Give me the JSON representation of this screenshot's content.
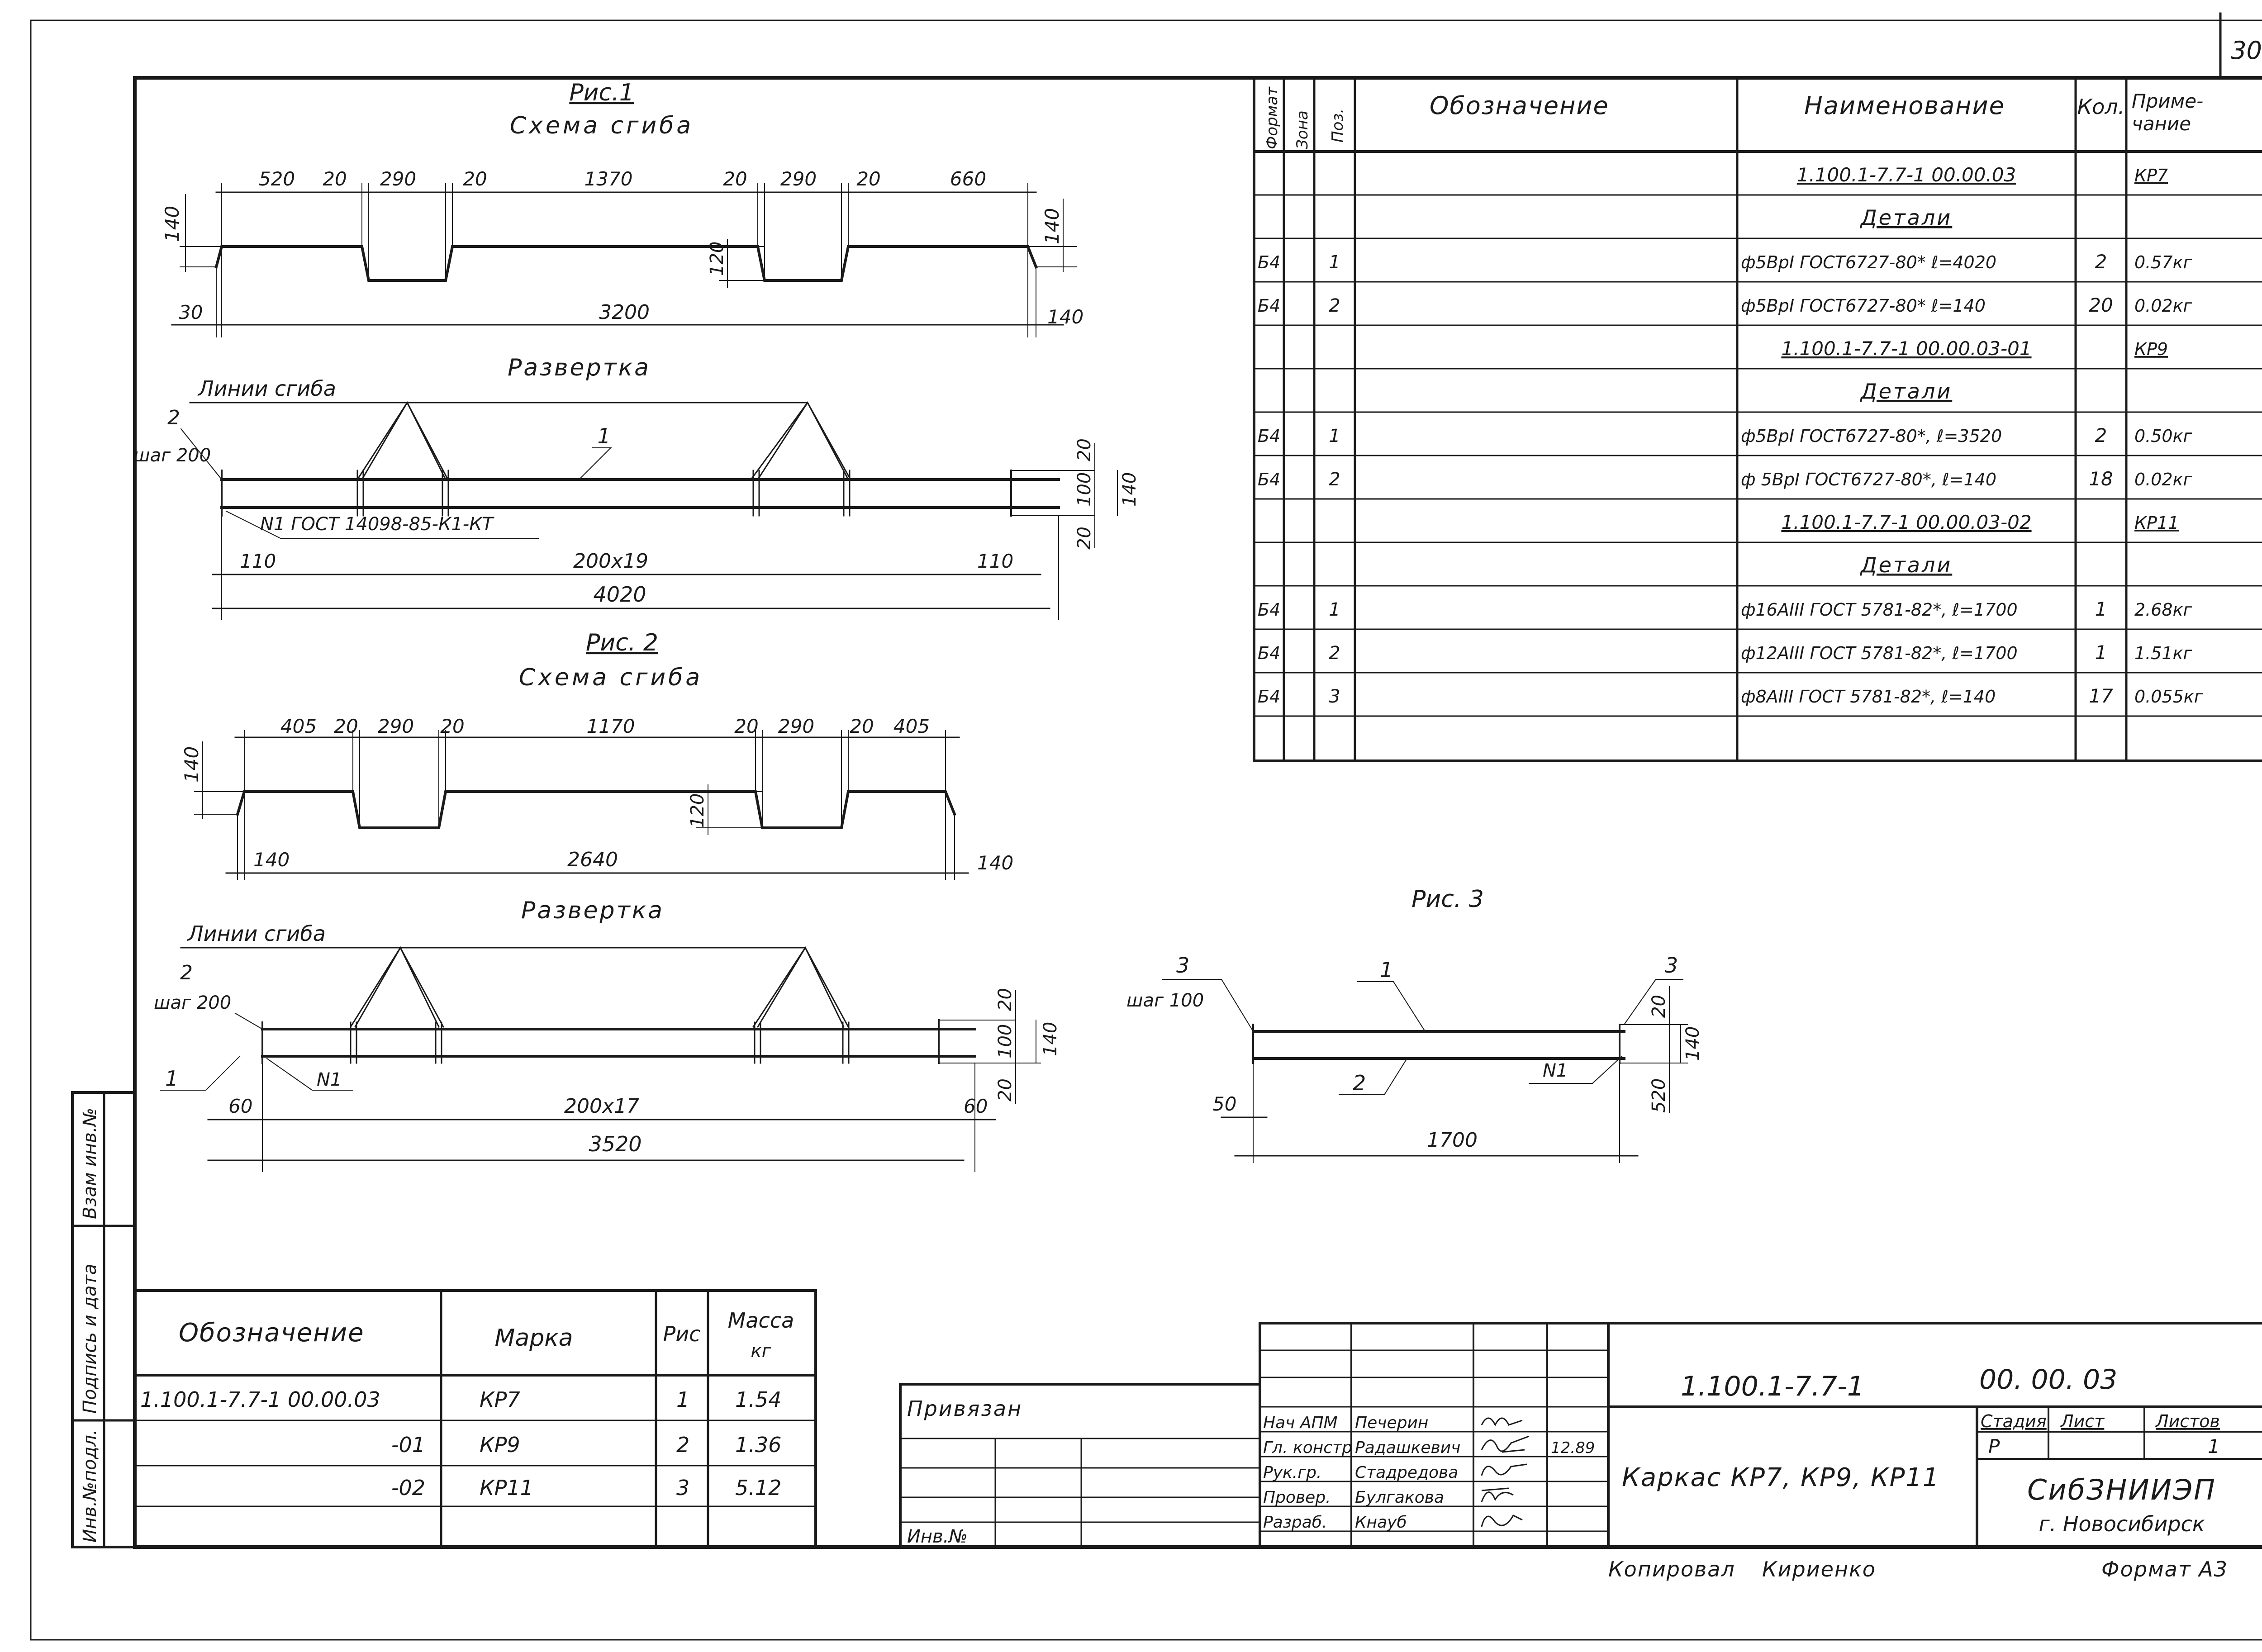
{
  "sheet_number": "30",
  "fig1": {
    "caption": "Рис.1",
    "scheme_title": "Схема сгиба",
    "top_dims": [
      "520",
      "20",
      "290",
      "20",
      "1370",
      "20",
      "290",
      "20",
      "660"
    ],
    "dim_left_height": "140",
    "dim_right_height": "140",
    "dim_recess": "120",
    "dim_left_bottom": "30",
    "dim_total": "3200",
    "dim_right_bottom": "140",
    "develop_title": "Развертка",
    "bend_lines_label": "Линии сгиба",
    "pos2_label": "2",
    "step_label": "шаг 200",
    "pos1_label": "1",
    "weld_label": "N1 ГОСТ 14098-85-К1-КТ",
    "dim_20_top": "20",
    "dim_100": "100",
    "dim_20_bottom": "20",
    "dim_140": "140",
    "dim_110_left": "110",
    "dim_spacing": "200х19",
    "dim_110_right": "110",
    "dim_length": "4020"
  },
  "fig2": {
    "caption": "Рис. 2",
    "scheme_title": "Схема сгиба",
    "top_dims": [
      "405",
      "20",
      "290",
      "20",
      "1170",
      "20",
      "290",
      "20",
      "405"
    ],
    "dim_left_height": "140",
    "dim_recess": "120",
    "dim_left_bottom": "140",
    "dim_total": "2640",
    "dim_right_bottom": "140",
    "develop_title": "Развертка",
    "bend_lines_label": "Линии сгиба",
    "pos2_label": "2",
    "step_label": "шаг 200",
    "pos1_label": "1",
    "weld_label": "N1",
    "dim_20_top": "20",
    "dim_100": "100",
    "dim_20_bottom": "20",
    "dim_140": "140",
    "dim_60_left": "60",
    "dim_spacing": "200х17",
    "dim_60_right": "60",
    "dim_length": "3520"
  },
  "fig3": {
    "caption": "Рис. 3",
    "pos3_left": "3",
    "pos3_right": "3",
    "pos1_label": "1",
    "pos2_label": "2",
    "step_label": "шаг 100",
    "weld_label": "N1",
    "dim_50": "50",
    "dim_length": "1700",
    "dim_20": "20",
    "dim_140": "140",
    "dim_520": "520"
  },
  "spec_table": {
    "headers": {
      "format": "Формат",
      "zone": "Зона",
      "pos": "Поз.",
      "designation": "Обозначение",
      "name": "Наименование",
      "qty": "Кол.",
      "note": "Приме-\nчание"
    },
    "rows": [
      {
        "format": "",
        "zone": "",
        "pos": "",
        "name": "1.100.1-7.7-1    00.00.03",
        "qty": "",
        "note": "КР7",
        "kind": "doc"
      },
      {
        "format": "",
        "zone": "",
        "pos": "",
        "name": "Детали",
        "qty": "",
        "note": "",
        "kind": "section"
      },
      {
        "format": "Б4",
        "zone": "",
        "pos": "1",
        "name": "ф5ВрI ГОСТ6727-80* ℓ=4020",
        "qty": "2",
        "note": "0.57кг",
        "kind": "item"
      },
      {
        "format": "Б4",
        "zone": "",
        "pos": "2",
        "name": "ф5ВрI ГОСТ6727-80* ℓ=140",
        "qty": "20",
        "note": "0.02кг",
        "kind": "item"
      },
      {
        "format": "",
        "zone": "",
        "pos": "",
        "name": "1.100.1-7.7-1    00.00.03-01",
        "qty": "",
        "note": "КР9",
        "kind": "doc"
      },
      {
        "format": "",
        "zone": "",
        "pos": "",
        "name": "Детали",
        "qty": "",
        "note": "",
        "kind": "section"
      },
      {
        "format": "Б4",
        "zone": "",
        "pos": "1",
        "name": "ф5ВрI ГОСТ6727-80*, ℓ=3520",
        "qty": "2",
        "note": "0.50кг",
        "kind": "item"
      },
      {
        "format": "Б4",
        "zone": "",
        "pos": "2",
        "name": "ф 5ВрI ГОСТ6727-80*, ℓ=140",
        "qty": "18",
        "note": "0.02кг",
        "kind": "item"
      },
      {
        "format": "",
        "zone": "",
        "pos": "",
        "name": "1.100.1-7.7-1    00.00.03-02",
        "qty": "",
        "note": "КР11",
        "kind": "doc"
      },
      {
        "format": "",
        "zone": "",
        "pos": "",
        "name": "Детали",
        "qty": "",
        "note": "",
        "kind": "section"
      },
      {
        "format": "Б4",
        "zone": "",
        "pos": "1",
        "name": "ф16АIII ГОСТ 5781-82*, ℓ=1700",
        "qty": "1",
        "note": "2.68кг",
        "kind": "item"
      },
      {
        "format": "Б4",
        "zone": "",
        "pos": "2",
        "name": "ф12АIII ГОСТ 5781-82*, ℓ=1700",
        "qty": "1",
        "note": "1.51кг",
        "kind": "item"
      },
      {
        "format": "Б4",
        "zone": "",
        "pos": "3",
        "name": "ф8АIII ГОСТ 5781-82*, ℓ=140",
        "qty": "17",
        "note": "0.055кг",
        "kind": "item"
      },
      {
        "format": "",
        "zone": "",
        "pos": "",
        "name": "",
        "qty": "",
        "note": "",
        "kind": "blank"
      }
    ]
  },
  "mass_table": {
    "headers": {
      "designation": "Обозначение",
      "mark": "Марка",
      "fig": "Рис",
      "mass": "Масса",
      "mass_unit": "кг"
    },
    "rows": [
      {
        "designation": "1.100.1-7.7-1  00.00.03",
        "mark": "КР7",
        "fig": "1",
        "mass": "1.54"
      },
      {
        "designation": "-01",
        "mark": "КР9",
        "fig": "2",
        "mass": "1.36"
      },
      {
        "designation": "-02",
        "mark": "КР11",
        "fig": "3",
        "mass": "5.12"
      }
    ]
  },
  "side_stamp": {
    "inv_orig": "Инв.№подл.",
    "sign_date": "Подпись и дата",
    "replace_inv": "Взам инв.№"
  },
  "binding_block": {
    "bound": "Привязан",
    "inv_no": "Инв.№"
  },
  "title_block": {
    "doc_code": "1.100.1-7.7-1",
    "doc_suffix": "00. 00. 03",
    "title": "Каркас КР7, КР9, КР11",
    "stage_label": "Стадия",
    "sheet_label": "Лист",
    "sheets_label": "Листов",
    "stage": "Р",
    "sheet": "",
    "sheets": "1",
    "org": "СибЗНИИЭП",
    "city": "г. Новосибирск",
    "date": "12.89",
    "staff": [
      {
        "role": "Нач АПМ",
        "name": "Печерин"
      },
      {
        "role": "Гл. констр",
        "name": "Радашкевич"
      },
      {
        "role": "Рук.гр.",
        "name": "Стадредова"
      },
      {
        "role": "Провер.",
        "name": "Булгакова"
      },
      {
        "role": "Разраб.",
        "name": "Кнауб"
      }
    ]
  },
  "footer": {
    "copied": "Копировал",
    "copier": "Кириенко",
    "format": "Формат А3"
  }
}
